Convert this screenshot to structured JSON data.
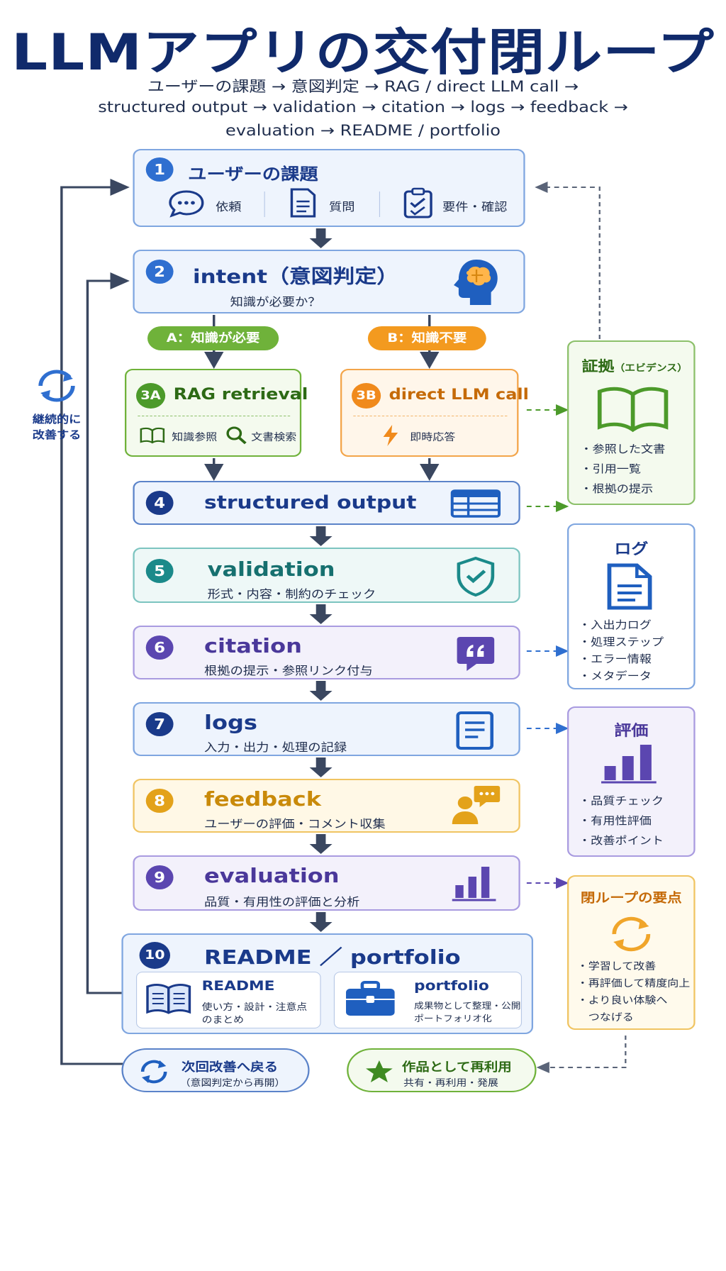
{
  "title": "LLMアプリの交付閉ループ",
  "subtitle": {
    "line1": "ユーザーの課題 → 意図判定 → RAG / direct LLM call →",
    "line2": "structured output → validation → citation → logs → feedback →",
    "line3": "evaluation → README / portfolio"
  },
  "steps": {
    "s1": {
      "num": "1",
      "title": "ユーザーの課題",
      "items": [
        "依頼",
        "質問",
        "要件・確認"
      ]
    },
    "s2": {
      "num": "2",
      "title": "intent（意図判定）",
      "sub": "知識が必要か？"
    },
    "branchA": "A：知識が必要",
    "branchB": "B：知識不要",
    "s3a": {
      "num": "3A",
      "title": "RAG retrieval",
      "items": [
        "知識参照",
        "文書検索"
      ]
    },
    "s3b": {
      "num": "3B",
      "title": "direct LLM call",
      "items": [
        "即時応答"
      ]
    },
    "s4": {
      "num": "4",
      "title": "structured output"
    },
    "s5": {
      "num": "5",
      "title": "validation",
      "sub": "形式・内容・制約のチェック"
    },
    "s6": {
      "num": "6",
      "title": "citation",
      "sub": "根拠の提示・参照リンク付与"
    },
    "s7": {
      "num": "7",
      "title": "logs",
      "sub": "入力・出力・処理の記録"
    },
    "s8": {
      "num": "8",
      "title": "feedback",
      "sub": "ユーザーの評価・コメント収集"
    },
    "s9": {
      "num": "9",
      "title": "evaluation",
      "sub": "品質・有用性の評価と分析"
    },
    "s10": {
      "num": "10",
      "title": "README ／ portfolio",
      "readme": {
        "title": "README",
        "line1": "使い方・設計・注意点",
        "line2": "のまとめ"
      },
      "portfolio": {
        "title": "portfolio",
        "line1": "成果物として整理・公開",
        "line2": "ポートフォリオ化"
      }
    }
  },
  "side": {
    "evidence": {
      "title": "証拠",
      "title_small": "（エビデンス）",
      "items": [
        "・参照した文書",
        "・引用一覧",
        "・根拠の提示"
      ]
    },
    "logs": {
      "title": "ログ",
      "items": [
        "・入出力ログ",
        "・処理ステップ",
        "・エラー情報",
        "・メタデータ"
      ]
    },
    "eval": {
      "title": "評価",
      "items": [
        "・品質チェック",
        "・有用性評価",
        "・改善ポイント"
      ]
    },
    "loop": {
      "title": "閉ループの要点",
      "items": [
        "・学習して改善",
        "・再評価して精度向上",
        "・より良い体験へ",
        "　つなげる"
      ]
    }
  },
  "left_loop_label": {
    "line1": "継続的に",
    "line2": "改善する"
  },
  "bottom": {
    "back": {
      "title": "次回改善へ戻る",
      "sub": "（意図判定から再開）"
    },
    "reuse": {
      "title": "作品として再利用",
      "sub": "共有・再利用・発展"
    }
  },
  "colors": {
    "navy": "#1a3a8a",
    "blue": "#2f6fd0",
    "green": "#4c9a2a",
    "orange": "#f08a1c",
    "teal": "#1b8a8a",
    "purple": "#5b46b0",
    "yellow": "#e3a21a"
  }
}
